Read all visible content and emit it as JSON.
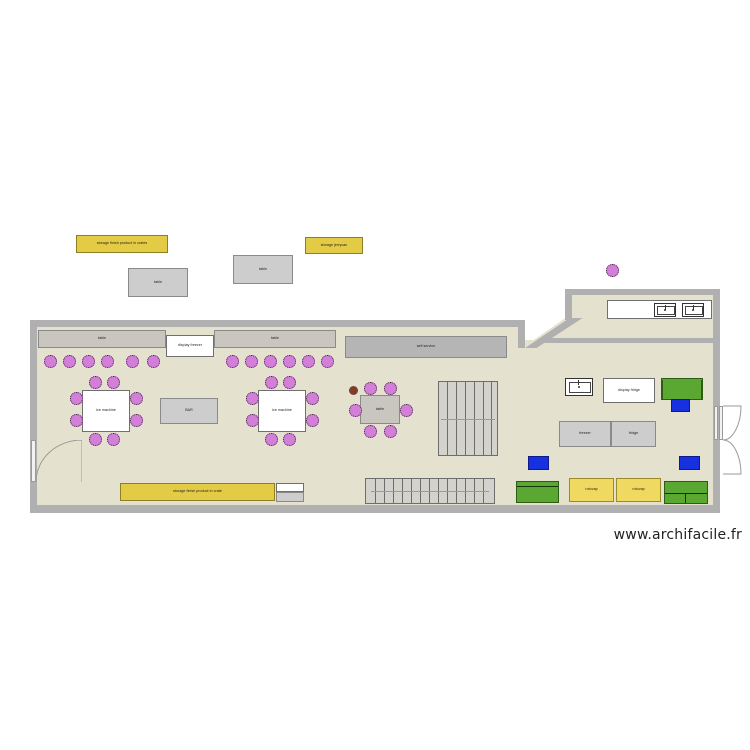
{
  "app": {
    "watermark": "www.archifacile.fr"
  },
  "plan": {
    "title": "Floor plan",
    "colors": {
      "wall": "#b0b0b0",
      "floor": "#e5e1cf",
      "chair": "#d27fd8",
      "storage_yellow": "#e3cb45",
      "equipment_yellow": "#f0d960",
      "sofa_green": "#5aa832",
      "table_blue": "#1831e0",
      "furniture_gray": "#cdcdcd",
      "white_unit": "#ffffff"
    },
    "outside_items": [
      {
        "id": "storage-finish-product-crates-outside",
        "label": "storage finish product in crates",
        "kind": "storage"
      },
      {
        "id": "storage-jerrycan",
        "label": "storage jerrycan",
        "kind": "storage"
      },
      {
        "id": "table-outside-1",
        "label": "table",
        "kind": "table"
      },
      {
        "id": "table-outside-2",
        "label": "table",
        "kind": "table"
      },
      {
        "id": "chair-outside-1",
        "label": "",
        "kind": "chair"
      }
    ],
    "main_room_items": [
      {
        "id": "table-north-1",
        "label": "table",
        "kind": "table"
      },
      {
        "id": "display-freezer",
        "label": "display freezer",
        "kind": "appliance"
      },
      {
        "id": "table-north-2",
        "label": "table",
        "kind": "table"
      },
      {
        "id": "self-service",
        "label": "self service",
        "kind": "counter"
      },
      {
        "id": "ice-machine-1",
        "label": "ice machine",
        "kind": "appliance"
      },
      {
        "id": "ice-machine-2",
        "label": "ice machine",
        "kind": "appliance"
      },
      {
        "id": "bar",
        "label": "BAR",
        "kind": "counter"
      },
      {
        "id": "table-center",
        "label": "table",
        "kind": "table"
      },
      {
        "id": "storage-finish-product-crate-inside",
        "label": "storage finish product in crate",
        "kind": "storage"
      },
      {
        "id": "staircase-right",
        "label": "",
        "kind": "stairs"
      },
      {
        "id": "staircase-bottom",
        "label": "",
        "kind": "stairs"
      }
    ],
    "back_room_items": [
      {
        "id": "sink-1",
        "label": "",
        "kind": "sink"
      },
      {
        "id": "sink-2",
        "label": "",
        "kind": "sink"
      },
      {
        "id": "sink-3",
        "label": "",
        "kind": "sink"
      },
      {
        "id": "display-fridge",
        "label": "display fridge",
        "kind": "appliance"
      },
      {
        "id": "freezer",
        "label": "freezer",
        "kind": "appliance"
      },
      {
        "id": "fridge",
        "label": "fridge",
        "kind": "appliance"
      },
      {
        "id": "rotovap-1",
        "label": "rotovap",
        "kind": "equipment"
      },
      {
        "id": "rotovap-2",
        "label": "rotovap",
        "kind": "equipment"
      },
      {
        "id": "sofa-top-right",
        "label": "",
        "kind": "sofa"
      },
      {
        "id": "sofa-bottom-right",
        "label": "",
        "kind": "sofa"
      },
      {
        "id": "sofa-bottom-left",
        "label": "",
        "kind": "sofa"
      },
      {
        "id": "coffee-table-1",
        "label": "",
        "kind": "table-blue"
      },
      {
        "id": "coffee-table-2",
        "label": "",
        "kind": "table-blue"
      },
      {
        "id": "coffee-table-3",
        "label": "",
        "kind": "table-blue"
      }
    ],
    "labels": {
      "table": "table",
      "bar": "BAR",
      "ice_machine": "ice machine",
      "display_freezer": "display freezer",
      "display_fridge": "display fridge",
      "self_service": "self service",
      "freezer": "freezer",
      "fridge": "fridge",
      "rotovap": "rotovap",
      "storage_crates": "storage finish product in crates",
      "storage_crate": "storage finish product in crate",
      "storage_jerrycan": "storage jerrycan"
    }
  }
}
